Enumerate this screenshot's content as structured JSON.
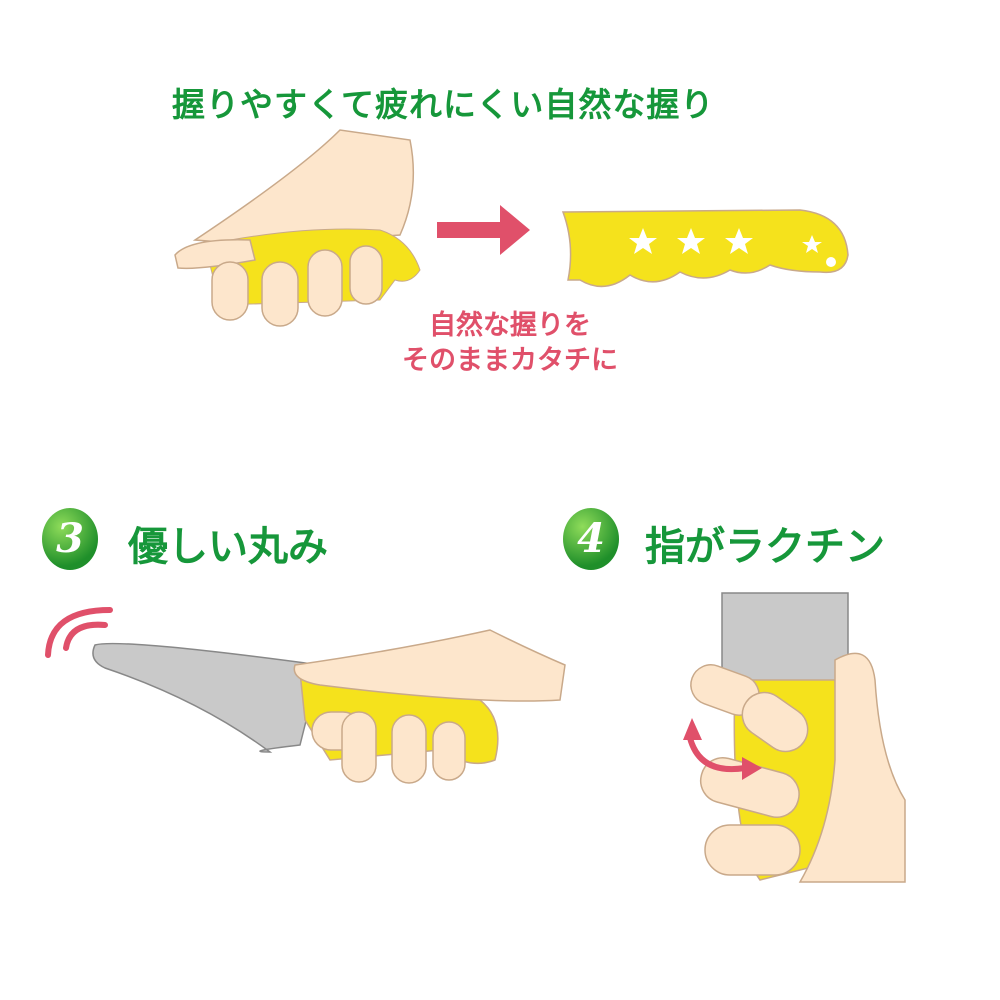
{
  "header": {
    "title": "握りやすくて疲れにくい自然な握り"
  },
  "caption": {
    "line1": "自然な握りを",
    "line2": "そのままカタチに"
  },
  "sections": [
    {
      "number": "3",
      "title": "優しい丸み"
    },
    {
      "number": "4",
      "title": "指がラクチン"
    }
  ],
  "colors": {
    "green": "#16973a",
    "pink": "#e0506a",
    "yellow": "#f5e21c",
    "skin": "#fde6cc",
    "blade": "#c9c9c9"
  }
}
